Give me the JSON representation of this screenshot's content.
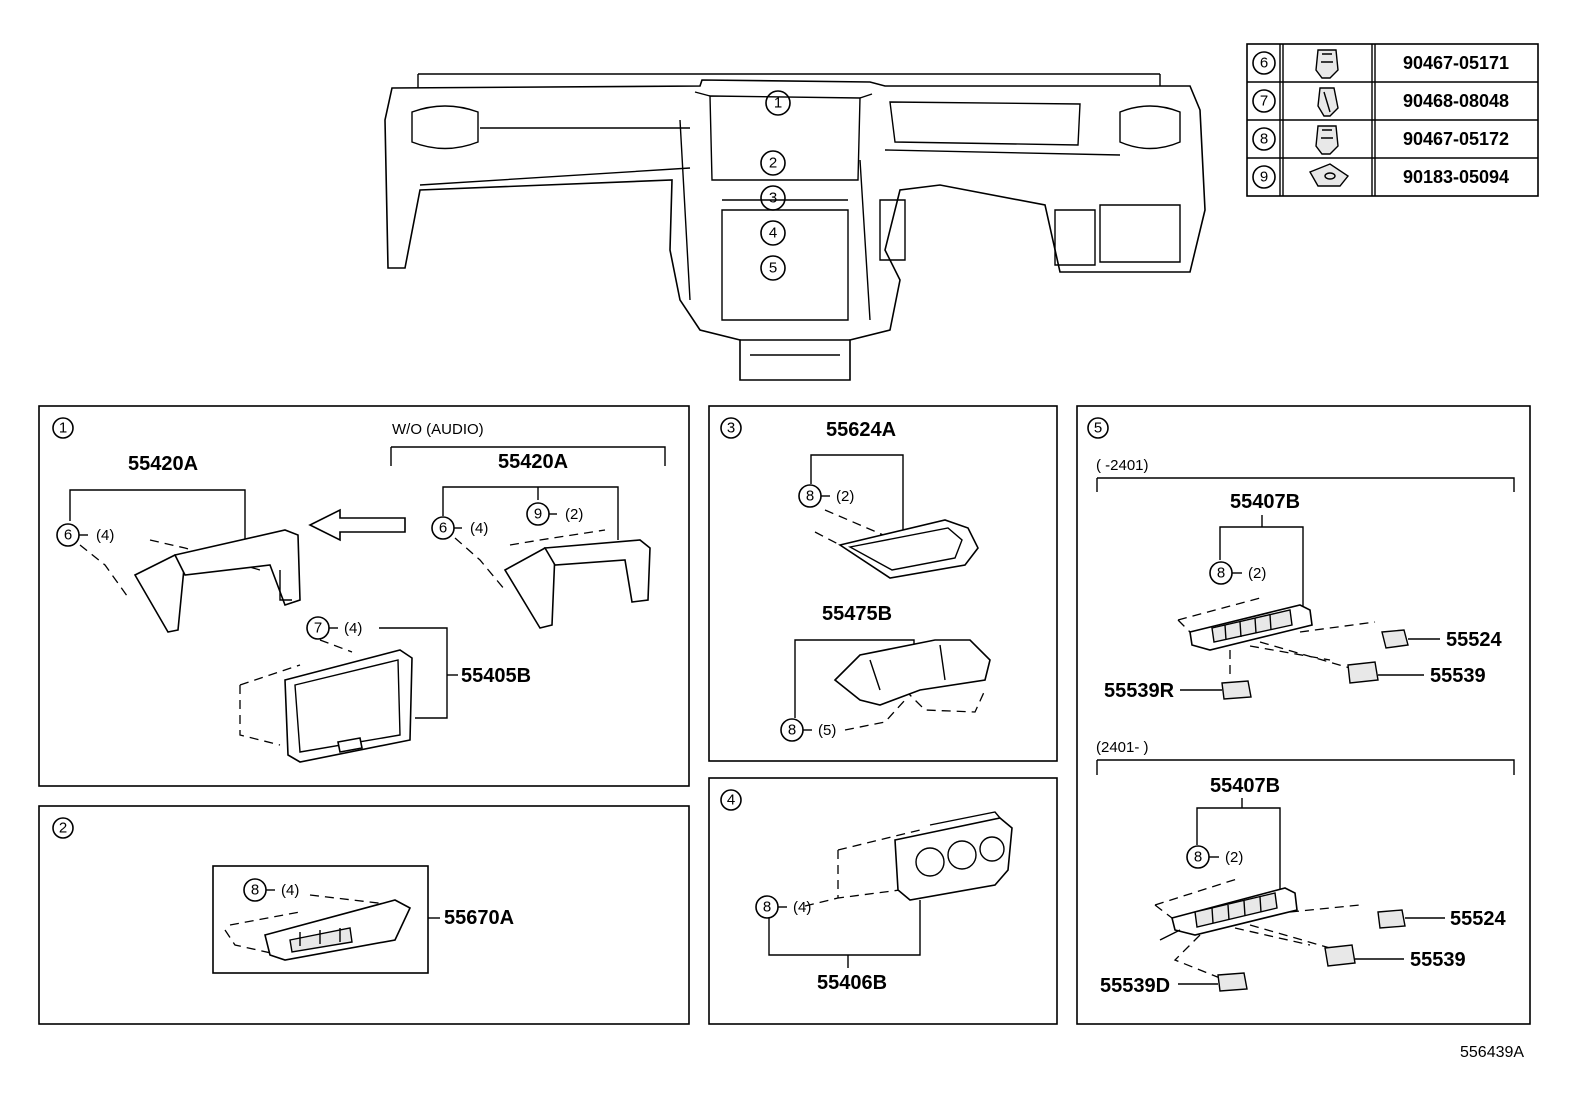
{
  "table": {
    "rows": [
      {
        "num": "6",
        "part": "90467-05171",
        "icon": "clip-icon"
      },
      {
        "num": "7",
        "part": "90468-08048",
        "icon": "clip-icon"
      },
      {
        "num": "8",
        "part": "90467-05172",
        "icon": "clip-icon"
      },
      {
        "num": "9",
        "part": "90183-05094",
        "icon": "nut-icon"
      }
    ]
  },
  "overview": {
    "callouts": [
      "1",
      "2",
      "3",
      "4",
      "5"
    ]
  },
  "panel1": {
    "num": "1",
    "variant": "W/O (AUDIO)",
    "left_part": "55420A",
    "left_clip": {
      "num": "6",
      "qty": "(4)"
    },
    "right_part": "55420A",
    "right_clip6": {
      "num": "6",
      "qty": "(4)"
    },
    "right_clip9": {
      "num": "9",
      "qty": "(2)"
    },
    "frame_part": "55405B",
    "frame_clip": {
      "num": "7",
      "qty": "(4)"
    }
  },
  "panel2": {
    "num": "2",
    "part": "55670A",
    "clip": {
      "num": "8",
      "qty": "(4)"
    }
  },
  "panel3": {
    "num": "3",
    "top_part": "55624A",
    "top_clip": {
      "num": "8",
      "qty": "(2)"
    },
    "bottom_part": "55475B",
    "bottom_clip": {
      "num": "8",
      "qty": "(5)"
    }
  },
  "panel4": {
    "num": "4",
    "part": "55406B",
    "clip": {
      "num": "8",
      "qty": "(4)"
    }
  },
  "panel5": {
    "num": "5",
    "top_range": "(      -2401)",
    "top_part": "55407B",
    "top_clip": {
      "num": "8",
      "qty": "(2)"
    },
    "top_switches": [
      "55524",
      "55539",
      "55539R"
    ],
    "bottom_range": "(2401-      )",
    "bottom_part": "55407B",
    "bottom_clip": {
      "num": "8",
      "qty": "(2)"
    },
    "bottom_switches": [
      "55524",
      "55539",
      "55539D"
    ]
  },
  "ref_code": "556439A"
}
